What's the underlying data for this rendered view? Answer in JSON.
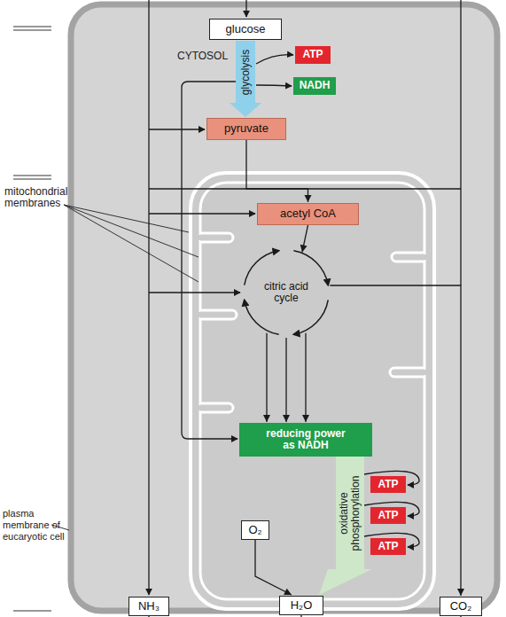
{
  "diagram": {
    "nodes": [
      {
        "text": [
          "glucose"
        ]
      },
      {
        "text": [
          "ATP"
        ]
      },
      {
        "text": [
          "NADH"
        ]
      },
      {
        "text": [
          "pyruvate"
        ]
      },
      {
        "text": [
          "acetyl CoA"
        ]
      },
      {
        "text": [
          "citric acid cycle"
        ]
      },
      {
        "text": [
          "reducing power as NADH"
        ]
      },
      {
        "text": [
          "ATP"
        ]
      },
      {
        "text": [
          "ATP"
        ]
      },
      {
        "text": [
          "ATP"
        ]
      },
      {
        "text": [
          "O₂"
        ]
      },
      {
        "text": [
          "NH₃"
        ]
      },
      {
        "text": [
          "H₂O"
        ]
      },
      {
        "text": [
          "CO₂"
        ]
      }
    ],
    "edges": [
      {
        "from": 0,
        "to": 3,
        "label": "glycolysis",
        "arrow": "to"
      },
      {
        "from": 3,
        "to": 4,
        "arrow": "to"
      },
      {
        "from": 4,
        "to": 5,
        "arrow": "to"
      },
      {
        "from": 5,
        "to": 6,
        "arrow": "to"
      },
      {
        "from": 5,
        "to": 13,
        "arrow": "to"
      },
      {
        "from": 6,
        "to": 12,
        "label": "oxidative phosphorylation",
        "arrow": "to"
      },
      {
        "from": 10,
        "to": 12,
        "arrow": "to"
      }
    ],
    "labels": [
      "CYTOSOL",
      "mitochondrial membranes",
      "plasma membrane of eucaryotic cell"
    ]
  }
}
